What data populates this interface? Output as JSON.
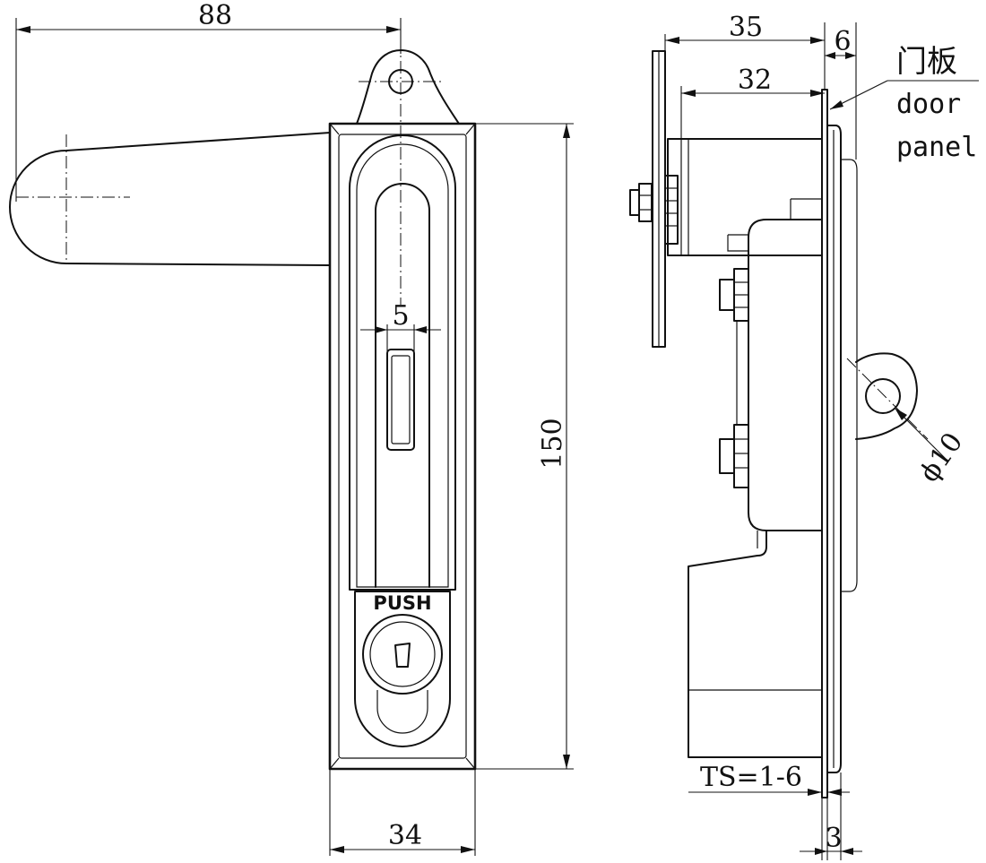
{
  "dimensions": {
    "handle_length": "88",
    "body_height": "150",
    "body_width": "34",
    "slot_width": "5",
    "depth_total": "35",
    "depth_inner": "32",
    "panel_offset": "6",
    "hole_diameter": "ϕ10",
    "bottom_gap": "3",
    "thickness_spec": "TS=1-6"
  },
  "labels": {
    "push": "PUSH",
    "door_panel_cn": "门板",
    "door_word": "door",
    "panel_word": "panel"
  }
}
